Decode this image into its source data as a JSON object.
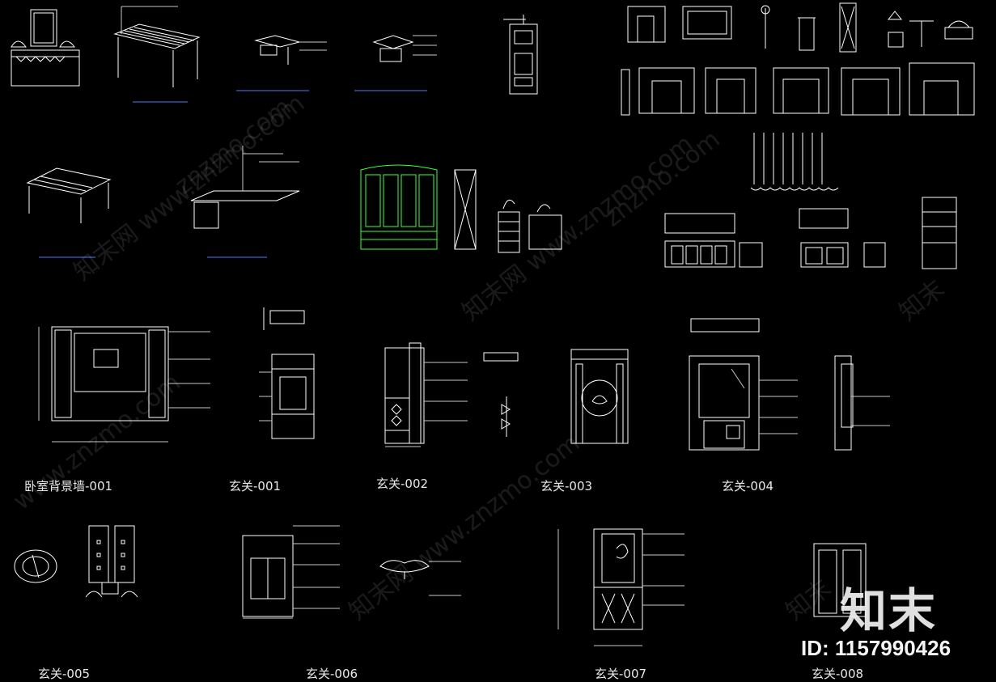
{
  "colors": {
    "background": "#000000",
    "line": "#ffffff",
    "dim": "#c8c8c8",
    "accent_green": "#3cff3c",
    "accent_blue": "#4a7cff",
    "text": "#e8e8e8"
  },
  "sheets": [
    {
      "id": "s1",
      "label": "卧室背景墙-001"
    },
    {
      "id": "s2",
      "label": "玄关-001"
    },
    {
      "id": "s3",
      "label": "玄关-002"
    },
    {
      "id": "s4",
      "label": "玄关-003"
    },
    {
      "id": "s5",
      "label": "玄关-004"
    },
    {
      "id": "s6",
      "label": "玄关-005"
    },
    {
      "id": "s7",
      "label": "玄关-006"
    },
    {
      "id": "s8",
      "label": "玄关-007"
    },
    {
      "id": "s9",
      "label": "玄关-008"
    }
  ],
  "watermark": {
    "logo": "知末",
    "id_text": "ID: 1157990426",
    "diagonal": [
      "znzmo.com",
      "知末网 www.znzmo.com",
      "知末网 www.znzmo.com",
      "znzmo.com",
      "知末",
      "www.znzmo.com",
      "知末网 www.znzmo.com",
      "知末"
    ]
  },
  "icons": [
    "cad-drawing-icon"
  ]
}
